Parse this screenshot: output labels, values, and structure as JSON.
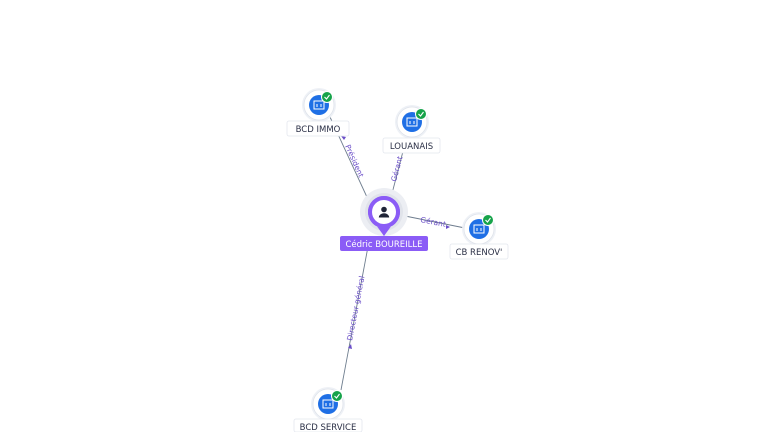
{
  "center": {
    "label": "Cédric BOUREILLE",
    "icon": "person-icon",
    "color": "#8b5cf6"
  },
  "companies": [
    {
      "key": "bcd_immo",
      "label": "BCD IMMO",
      "icon": "building-icon",
      "verified": true
    },
    {
      "key": "louanais",
      "label": "LOUANAIS",
      "icon": "building-icon",
      "verified": true
    },
    {
      "key": "cb_renov",
      "label": "CB RENOV'",
      "icon": "building-icon",
      "verified": true
    },
    {
      "key": "bcd_service",
      "label": "BCD SERVICE",
      "icon": "building-icon",
      "verified": true
    }
  ],
  "edges": [
    {
      "to": "bcd_immo",
      "label": "Président"
    },
    {
      "to": "louanais",
      "label": "Gérant"
    },
    {
      "to": "cb_renov",
      "label": "Gérant"
    },
    {
      "to": "bcd_service",
      "label": "Directeur général"
    }
  ],
  "colors": {
    "edge": "#6e7d8e",
    "company_blue": "#1f6fe5",
    "verified_green": "#16a34a",
    "label_purple": "#6b4fc8"
  }
}
